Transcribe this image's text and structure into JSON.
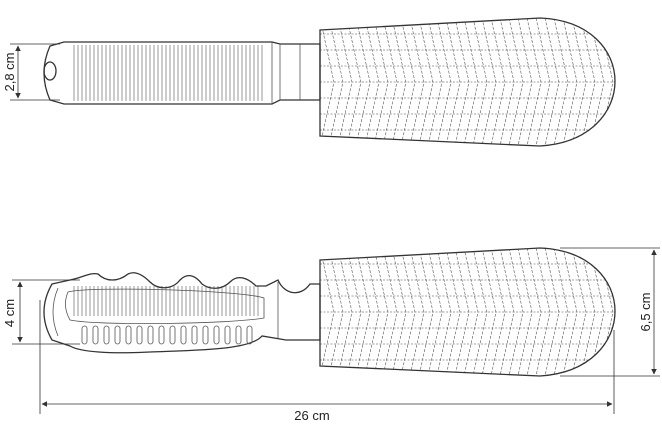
{
  "dimensions": {
    "top_height": "2,8 cm",
    "bottom_height": "4 cm",
    "head_width": "6,5 cm",
    "total_length": "26 cm"
  }
}
